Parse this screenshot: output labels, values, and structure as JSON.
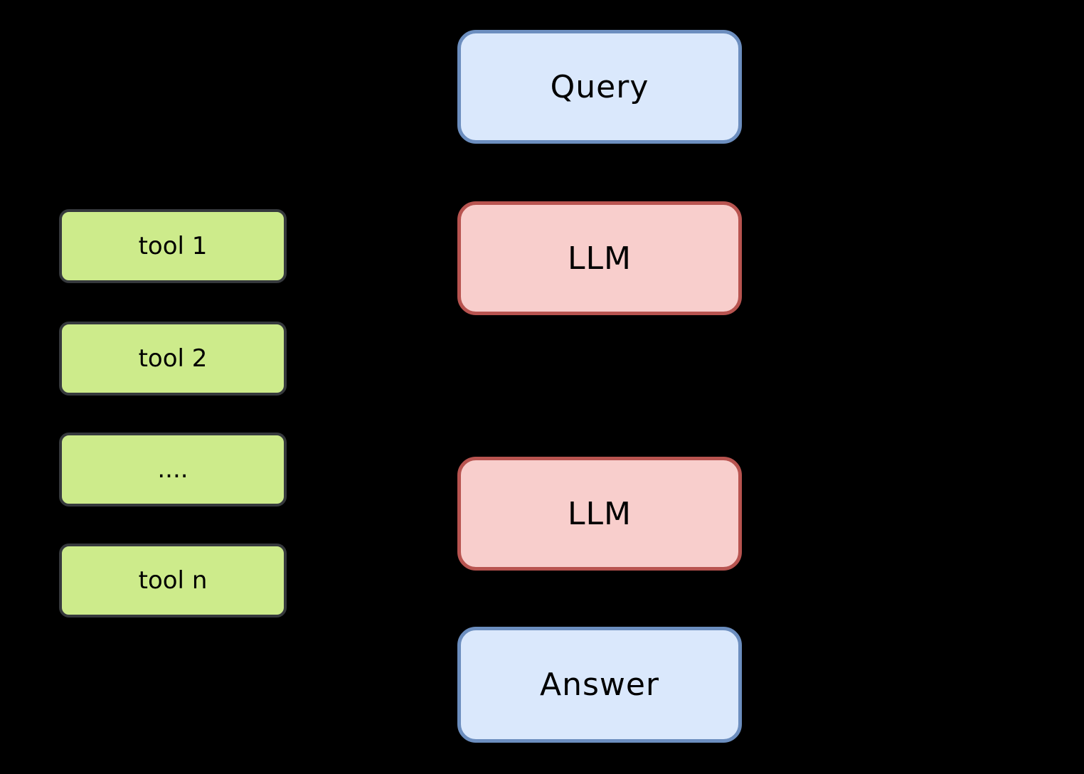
{
  "diagram": {
    "background_color": "#000000",
    "colors": {
      "flow_blue_fill": "#dae8fc",
      "flow_blue_stroke": "#6c8ebf",
      "flow_red_fill": "#f8cecc",
      "flow_red_stroke": "#b85450",
      "tool_green_fill": "#cdeb8b",
      "tool_green_stroke": "#36393d",
      "label_text": "#000000"
    },
    "flow_nodes": {
      "query": {
        "label": "Query"
      },
      "llm_top": {
        "label": "LLM"
      },
      "llm_bottom": {
        "label": "LLM"
      },
      "answer": {
        "label": "Answer"
      }
    },
    "tool_nodes": {
      "tool1": {
        "label": "tool 1"
      },
      "tool2": {
        "label": "tool 2"
      },
      "dots": {
        "label": "...."
      },
      "tooln": {
        "label": "tool n"
      }
    }
  }
}
